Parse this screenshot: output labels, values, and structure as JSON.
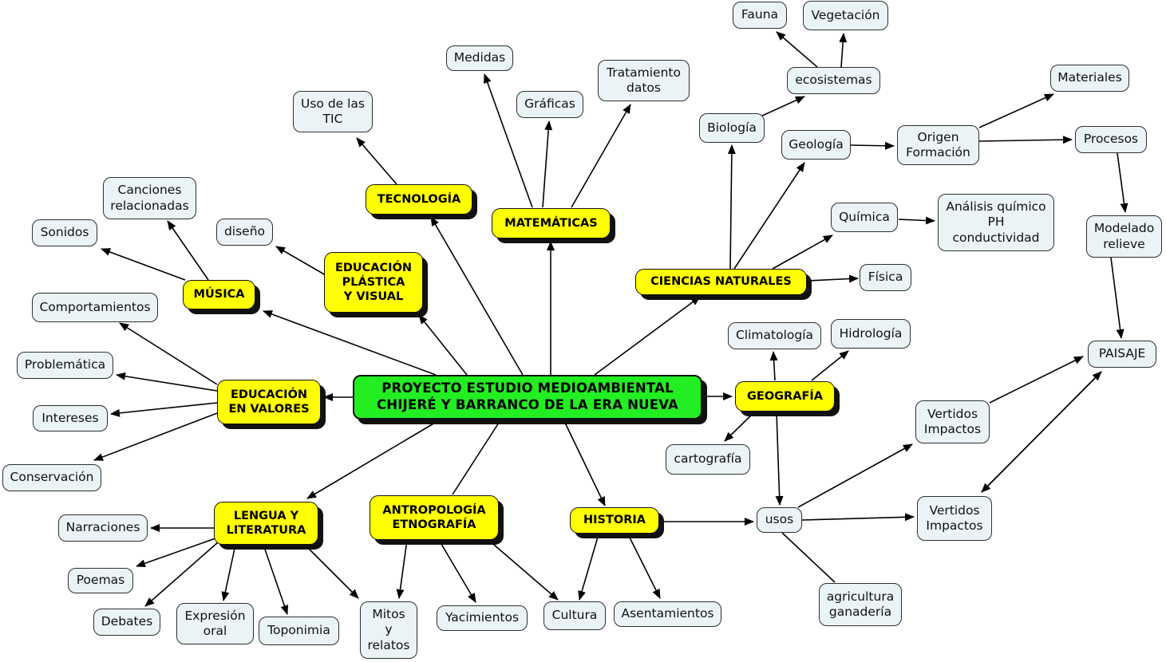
{
  "central": {
    "label": "PROYECTO ESTUDIO MEDIOAMBIENTAL\nCHIJERÉ Y BARRANCO DE LA ERA NUEVA"
  },
  "topics": {
    "tecnologia": "TECNOLOGÍA",
    "matematicas": "MATEMÁTICAS",
    "ciencias_naturales": "CIENCIAS NATURALES",
    "geografia": "GEOGRAFÍA",
    "historia": "HISTORIA",
    "antropologia": "ANTROPOLOGÍA\nETNOGRAFÍA",
    "lengua": "LENGUA Y\nLITERATURA",
    "educacion_valores": "EDUCACIÓN\nEN VALORES",
    "musica": "MÚSICA",
    "educacion_plastica": "EDUCACIÓN\nPLÁSTICA\nY VISUAL"
  },
  "leaves": {
    "uso_tic": "Uso de las\nTIC",
    "medidas": "Medidas",
    "graficas": "Gráficas",
    "tratamiento_datos": "Tratamiento\ndatos",
    "fauna": "Fauna",
    "vegetacion": "Vegetación",
    "ecosistemas": "ecosistemas",
    "biologia": "Biología",
    "geologia": "Geología",
    "origen_formacion": "Origen\nFormación",
    "materiales": "Materiales",
    "procesos": "Procesos",
    "quimica": "Química",
    "analisis_quimico": "Análisis químico\nPH\nconductividad",
    "modelado_relieve": "Modelado\nrelieve",
    "fisica": "Física",
    "climatologia": "Climatología",
    "hidrologia": "Hidrología",
    "paisaje": "PAISAJE",
    "cartografia": "cartografía",
    "vertidos_1": "Vertidos\nImpactos",
    "vertidos_2": "Vertidos\nImpactos",
    "usos": "usos",
    "agricultura": "agricultura\nganadería",
    "canciones": "Canciones\nrelacionadas",
    "sonidos": "Sonidos",
    "diseno": "diseño",
    "comportamientos": "Comportamientos",
    "problematica": "Problemática",
    "intereses": "Intereses",
    "conservacion": "Conservación",
    "narraciones": "Narraciones",
    "poemas": "Poemas",
    "debates": "Debates",
    "expresion_oral": "Expresión\noral",
    "toponimia": "Toponimia",
    "mitos": "Mitos\ny\nrelatos",
    "yacimientos": "Yacimientos",
    "cultura": "Cultura",
    "asentamientos": "Asentamientos"
  },
  "colors": {
    "central_fill": "#22ee22",
    "topic_fill": "#ffff00",
    "leaf_fill": "#eaf3f6",
    "line": "#000000"
  }
}
